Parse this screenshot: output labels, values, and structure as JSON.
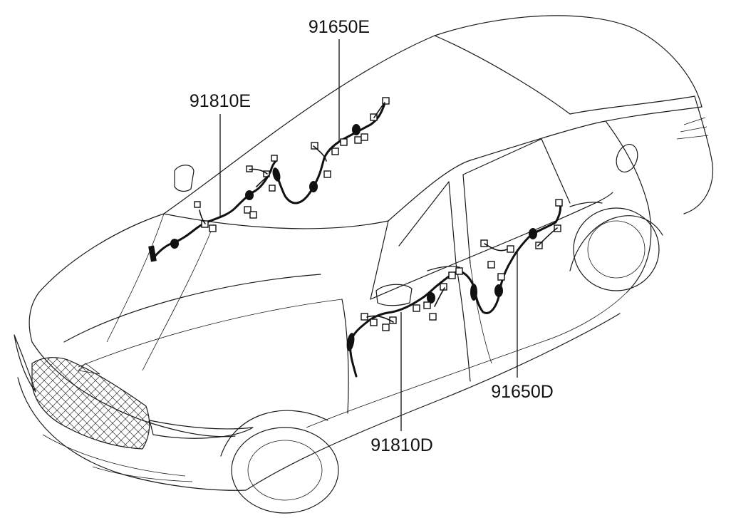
{
  "diagram": {
    "labels": {
      "roof_right": "91650E",
      "roof_left": "91810E",
      "rear_door": "91650D",
      "front_door": "91810D"
    },
    "colors": {
      "line": "#1a1a1a",
      "harness": "#111111",
      "background": "#ffffff"
    }
  }
}
